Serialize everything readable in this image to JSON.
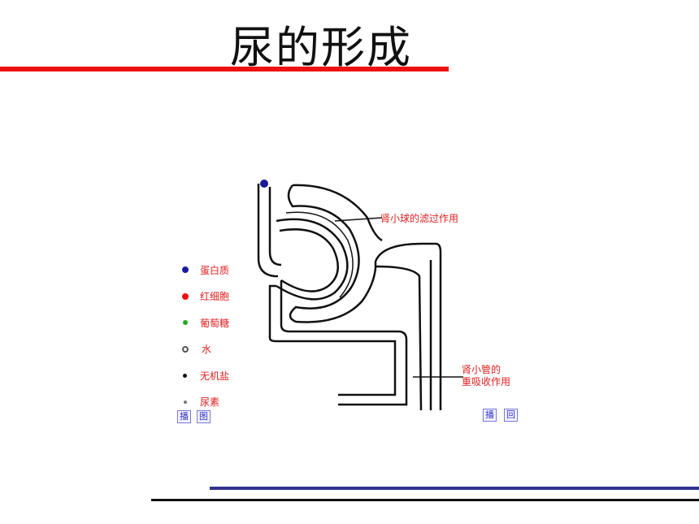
{
  "title": "尿的形成",
  "colors": {
    "title_rule": "#ee1111",
    "label": "#e02020",
    "nav": "#3333cc"
  },
  "diagram": {
    "callout_glomerulus": "肾小球的滤过作用",
    "callout_tubule_line1": "肾小管的",
    "callout_tubule_line2": "重吸收作用",
    "legend": [
      {
        "label": "蛋白质",
        "color": "#1a1aa0"
      },
      {
        "label": "红细胞",
        "color": "#ee1111"
      },
      {
        "label": "葡萄糖",
        "color": "#22aa22"
      },
      {
        "label": "水",
        "color": "#555555"
      },
      {
        "label": "无机盐",
        "color": "#111111"
      },
      {
        "label": "尿素",
        "color": "#777777"
      }
    ],
    "nav_left": [
      "播",
      "图"
    ],
    "nav_right": [
      "播",
      "回"
    ]
  }
}
